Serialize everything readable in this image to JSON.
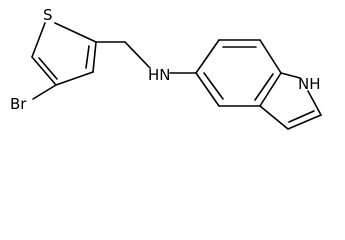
{
  "molecule": {
    "atoms": {
      "bromine": "Br",
      "sulfur": "S",
      "amine": "HN",
      "indole_nh": "NH"
    },
    "colors": {
      "bond": "#000000",
      "label": "#000000",
      "background": "#ffffff"
    }
  }
}
